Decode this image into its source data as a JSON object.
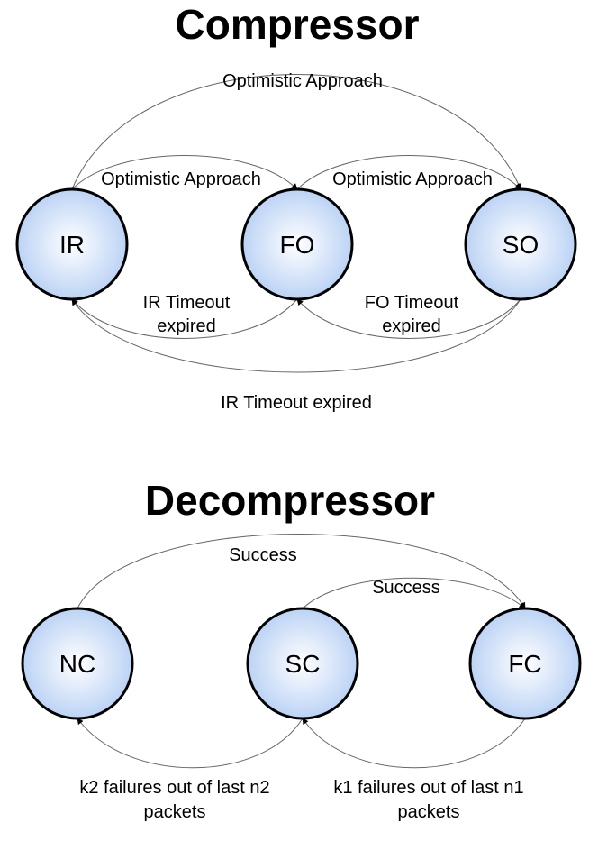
{
  "compressor": {
    "title": "Compressor",
    "states": {
      "ir": "IR",
      "fo": "FO",
      "so": "SO"
    },
    "transitions": {
      "ir_to_so": "Optimistic Approach",
      "ir_to_fo": "Optimistic Approach",
      "fo_to_so": "Optimistic Approach",
      "fo_to_ir": [
        "IR Timeout",
        "expired"
      ],
      "so_to_fo": [
        "FO Timeout",
        "expired"
      ],
      "so_to_ir": "IR Timeout expired"
    }
  },
  "decompressor": {
    "title": "Decompressor",
    "states": {
      "nc": "NC",
      "sc": "SC",
      "fc": "FC"
    },
    "transitions": {
      "nc_to_fc": "Success",
      "sc_to_fc": "Success",
      "sc_to_nc": [
        "k2 failures out of last n2",
        "packets"
      ],
      "fc_to_sc": [
        "k1 failures out of last n1",
        "packets"
      ]
    }
  },
  "colors": {
    "node_center": "#ffffff",
    "node_edge": "#bcd3f5",
    "stroke": "#000000",
    "edge": "#666666"
  }
}
